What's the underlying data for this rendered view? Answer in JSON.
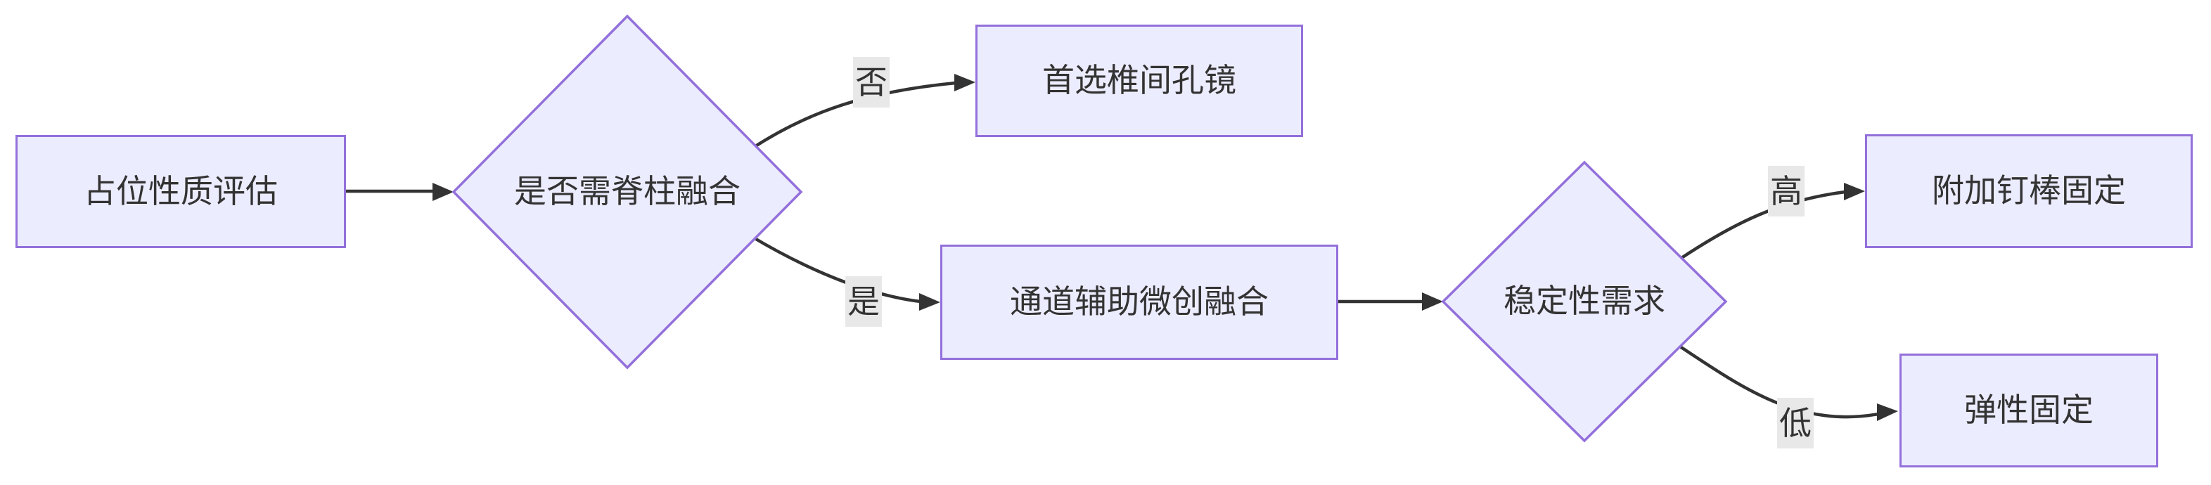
{
  "diagram": {
    "type": "flowchart",
    "direction": "LR",
    "nodes": [
      {
        "id": "A",
        "shape": "rectangle",
        "label": "占位性质评估"
      },
      {
        "id": "B",
        "shape": "diamond",
        "label": "是否需脊柱融合"
      },
      {
        "id": "C",
        "shape": "rectangle",
        "label": "首选椎间孔镜"
      },
      {
        "id": "D",
        "shape": "rectangle",
        "label": "通道辅助微创融合"
      },
      {
        "id": "E",
        "shape": "diamond",
        "label": "稳定性需求"
      },
      {
        "id": "F",
        "shape": "rectangle",
        "label": "附加钉棒固定"
      },
      {
        "id": "G",
        "shape": "rectangle",
        "label": "弹性固定"
      }
    ],
    "edges": [
      {
        "from": "A",
        "to": "B",
        "label": ""
      },
      {
        "from": "B",
        "to": "C",
        "label": "否"
      },
      {
        "from": "B",
        "to": "D",
        "label": "是"
      },
      {
        "from": "D",
        "to": "E",
        "label": ""
      },
      {
        "from": "E",
        "to": "F",
        "label": "高"
      },
      {
        "from": "E",
        "to": "G",
        "label": "低"
      }
    ],
    "colors": {
      "node_fill": "#ECECFF",
      "node_border": "#9370DB",
      "edge": "#333333",
      "text": "#333333",
      "edge_label_bg": "#e8e8e8",
      "background": "#ffffff"
    }
  }
}
